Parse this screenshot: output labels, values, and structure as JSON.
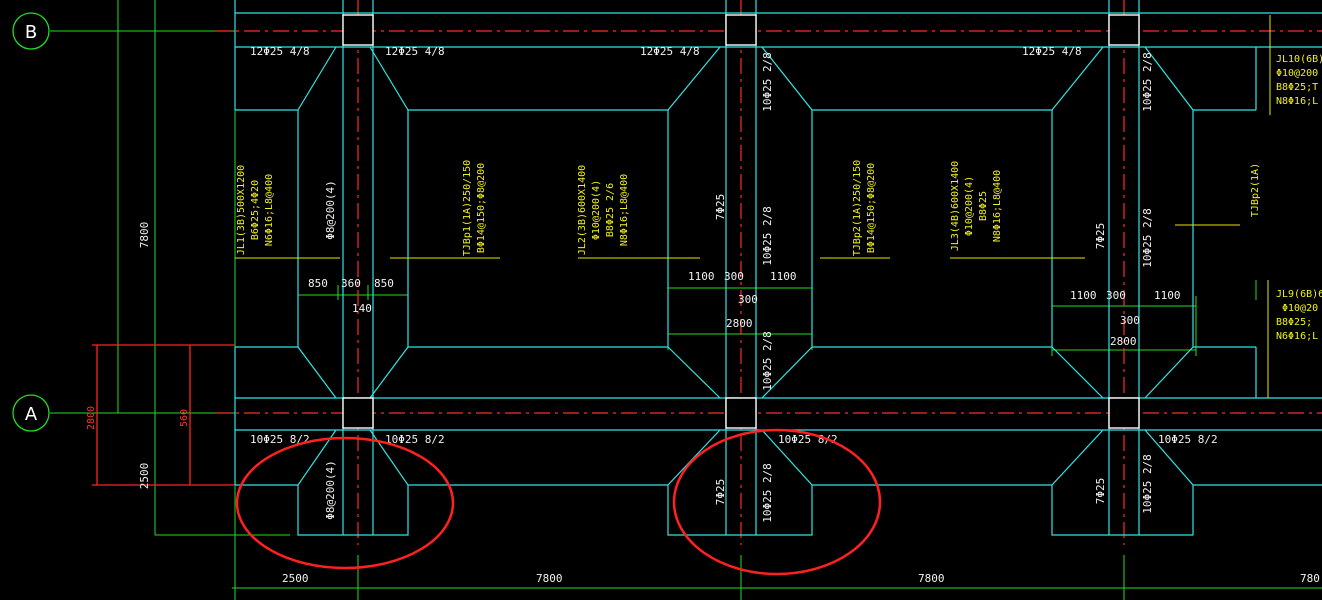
{
  "axes": {
    "row_b": "B",
    "row_a": "A"
  },
  "beam_labels": {
    "jl1": [
      "JL1(3B)500X1200",
      "B6Φ25;4Φ20",
      "N6Φ16;L8@400"
    ],
    "tjbp1": [
      "TJBp1(1A)250/150",
      "BΦ14@150;Φ8@200"
    ],
    "jl2": [
      "JL2(3B)600X1400",
      "Φ10@200(4)",
      "B8Φ25 2/6",
      "N8Φ16;L8@400"
    ],
    "tjbp2": [
      "TJBp2(1A)250/150",
      "BΦ14@150;Φ8@200"
    ],
    "jl3": [
      "JL3(4B)600X1400",
      "Φ10@200(4)",
      "B8Φ25",
      "N8Φ16;L8@400"
    ],
    "tjbp2_right": "TJBp2(1A)",
    "jl10": [
      "JL10(6B)",
      "Φ10@200",
      "B8Φ25;T",
      "N8Φ16;L"
    ],
    "jl9": [
      "JL9(6B)6",
      "Φ10@20",
      "B8Φ25;",
      "N6Φ16;L"
    ]
  },
  "rebar": {
    "top_12": "12Φ25 4/8",
    "bottom_10": "10Φ25 8/2",
    "vertical_10_28": "10Φ25 2/8",
    "seven": "7Φ25",
    "stirrup": "Φ8@200(4)"
  },
  "dims": {
    "d850": "850",
    "d360": "360",
    "d140": "140",
    "d1100": "1100",
    "d300": "300",
    "d2800": "2800",
    "d7800": "7800",
    "d2500": "2500",
    "d560": "560",
    "d780_partial": "780"
  },
  "colors": {
    "background": "#000000",
    "outline": "#2ee6e6",
    "dimension": "#22dd22",
    "axis_line": "#ff2a2a",
    "label": "#f0f020",
    "annotation_circle": "#ff2020"
  }
}
